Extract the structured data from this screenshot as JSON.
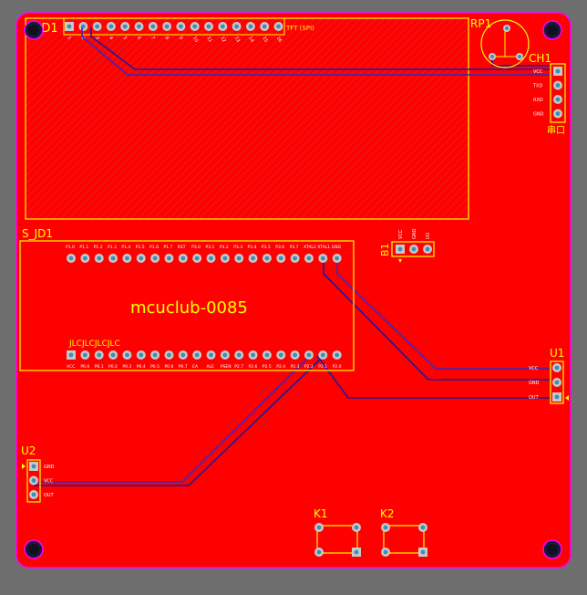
{
  "colors": {
    "background": "#6e6e6e",
    "board": "#ff0000",
    "outline": "#ff00ff",
    "silkscreen": "#ffff00",
    "trace": "#1a1aa0",
    "pad_ring": "#c8c8c8",
    "pad_hole": "#3a8fb8",
    "drill": "#1a1a3a",
    "hatch": "#e23a3a",
    "label_text": "#ffffff"
  },
  "designators": {
    "lcd": "LCD1",
    "pot": "RP1",
    "uart": "CH1",
    "jd": "S_JD1",
    "buzzer": "B1",
    "u1": "U1",
    "u2": "U2",
    "k1": "K1",
    "k2": "K2"
  },
  "board_title": "mcuclub-0085",
  "jd_silk_text": "JLCJLCJLCJLC",
  "lcd_note": "TFT (SPI)",
  "lcd_pin_labels": [
    "1",
    "2",
    "3",
    "4",
    "5",
    "6",
    "7",
    "8",
    "9",
    "10",
    "11",
    "12",
    "13",
    "14",
    "15",
    "16"
  ],
  "uart_label": "串口",
  "uart_pins": [
    "VCC",
    "TXD",
    "RXD",
    "GND"
  ],
  "buzzer_pins": [
    "VCC",
    "GND",
    "I/O"
  ],
  "u1_pins": [
    "VCC",
    "GND",
    "OUT"
  ],
  "u2_pins": [
    "GND",
    "VCC",
    "OUT"
  ],
  "jd_top_labels": [
    "P1.0",
    "P1.1",
    "P1.2",
    "P1.3",
    "P1.4",
    "P1.5",
    "P1.6",
    "P1.7",
    "RST",
    "P3.0",
    "P3.1",
    "P3.2",
    "P3.3",
    "P3.4",
    "P3.5",
    "P3.6",
    "P3.7",
    "XTAL2",
    "XTAL1",
    "GND"
  ],
  "jd_bottom_labels": [
    "VCC",
    "P0.0",
    "P0.1",
    "P0.2",
    "P0.3",
    "P0.4",
    "P0.5",
    "P0.6",
    "P0.7",
    "EA",
    "ALE",
    "PSEN",
    "P2.7",
    "P2.6",
    "P2.5",
    "P2.4",
    "P2.3",
    "P2.2",
    "P2.1",
    "P2.0"
  ]
}
